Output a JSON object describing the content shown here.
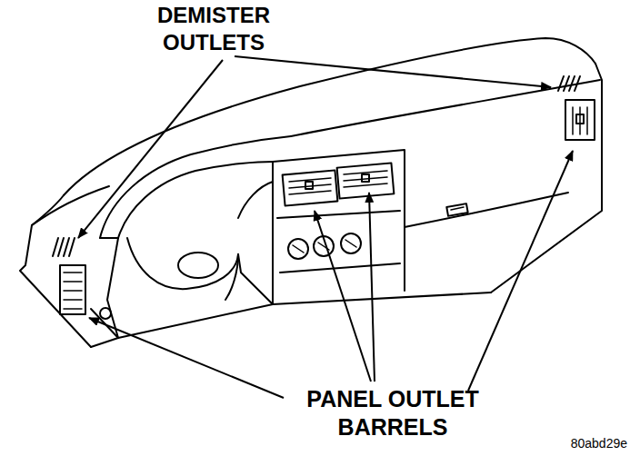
{
  "diagram": {
    "labels": [
      "DEMISTER OUTLETS",
      "PANEL OUTLET BARRELS",
      "80abd29e"
    ]
  }
}
